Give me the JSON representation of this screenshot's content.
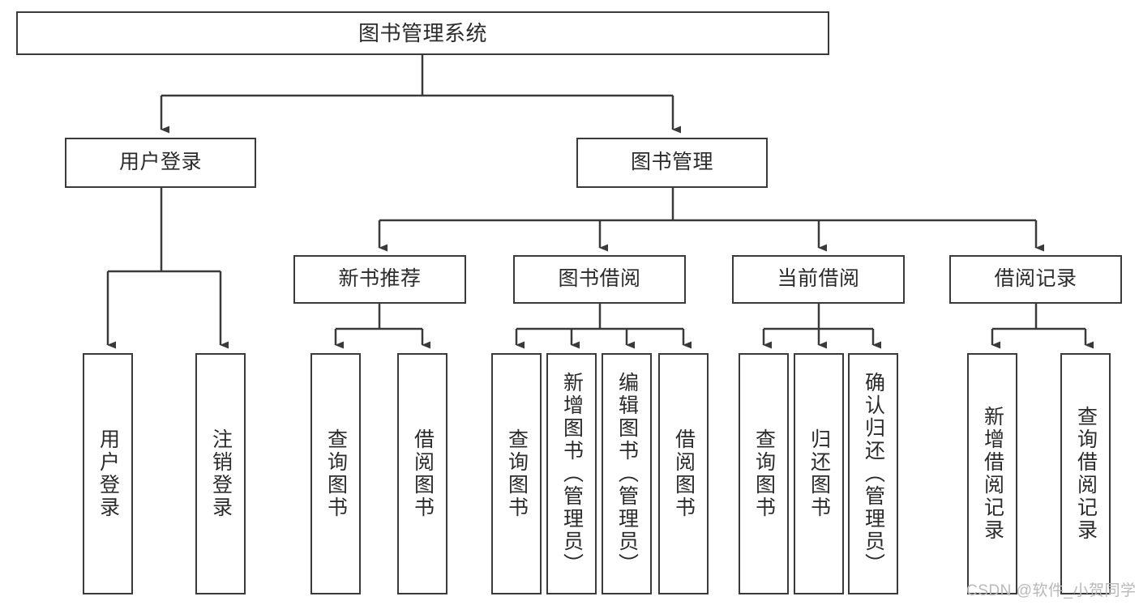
{
  "diagram": {
    "title": "图书管理系统",
    "type": "tree-structure-chart",
    "line_color": "#3a3a3a",
    "box_fill": "#ffffff",
    "text_color": "#2b2b2b"
  },
  "nodes": {
    "root": {
      "label": "图书管理系统"
    },
    "level2": [
      {
        "id": "user-login",
        "label": "用户登录"
      },
      {
        "id": "book-manage",
        "label": "图书管理"
      }
    ],
    "level3": [
      {
        "id": "new-book-recommend",
        "label": "新书推荐"
      },
      {
        "id": "book-borrow",
        "label": "图书借阅"
      },
      {
        "id": "current-borrow",
        "label": "当前借阅"
      },
      {
        "id": "borrow-record",
        "label": "借阅记录"
      }
    ],
    "leaves": {
      "user_login": [
        {
          "id": "leaf-user-login",
          "label": "用户登录"
        },
        {
          "id": "leaf-logout-login",
          "label": "注销登录"
        }
      ],
      "new_book_recommend": [
        {
          "id": "leaf-query-book-1",
          "label": "查询图书"
        },
        {
          "id": "leaf-borrow-book-1",
          "label": "借阅图书"
        }
      ],
      "book_borrow": [
        {
          "id": "leaf-query-book-2",
          "label": "查询图书"
        },
        {
          "id": "leaf-add-book",
          "label": "新增图书（管理员）"
        },
        {
          "id": "leaf-edit-book",
          "label": "编辑图书（管理员）"
        },
        {
          "id": "leaf-borrow-book-2",
          "label": "借阅图书"
        }
      ],
      "current_borrow": [
        {
          "id": "leaf-query-book-3",
          "label": "查询图书"
        },
        {
          "id": "leaf-return-book",
          "label": "归还图书"
        },
        {
          "id": "leaf-confirm-return",
          "label": "确认归还（管理员）"
        }
      ],
      "borrow_record": [
        {
          "id": "leaf-add-record",
          "label": "新增借阅记录"
        },
        {
          "id": "leaf-query-record",
          "label": "查询借阅记录"
        }
      ]
    }
  },
  "watermark": {
    "text": "CSDN @软件_小贺同学"
  }
}
